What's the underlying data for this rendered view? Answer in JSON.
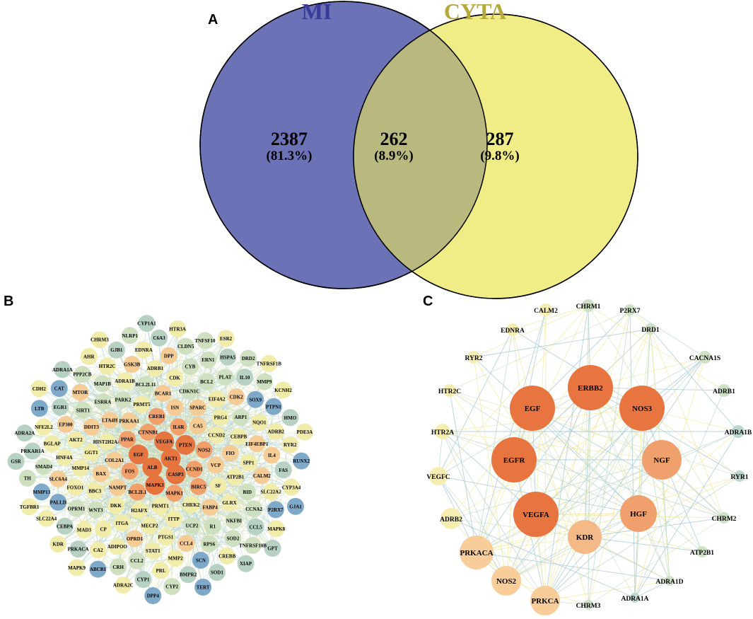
{
  "panel_a": {
    "letter": "A",
    "venn": {
      "left_set": "MI",
      "right_set": "CYTA",
      "left_color": "#6b72b6",
      "right_color": "#f0ec86",
      "overlap_color": "#b9b87e",
      "left_title_color": "#3a3a9a",
      "right_title_color": "#b5a83c",
      "left_only": {
        "count": "2387",
        "percent": "(81.3%)"
      },
      "intersection": {
        "count": "262",
        "percent": "(8.9%)"
      },
      "right_only": {
        "count": "287",
        "percent": "(9.8%)"
      }
    }
  },
  "panel_b": {
    "letter": "B",
    "colors": {
      "blue": "#7fa9c9",
      "teal": "#b7d1c3",
      "green": "#cfe0c0",
      "yellow": "#f2ecaa",
      "lightorange": "#f6cc96",
      "orange": "#f1a06c",
      "red": "#e6743f"
    },
    "nodes": [
      "BIRC5",
      "COL2A1",
      "CA5",
      "PRMT1",
      "PRKAA1",
      "VCP",
      "NAMPT",
      "ISN",
      "CHEK2",
      "HIST2H2AA",
      "CCND2",
      "H2AFX",
      "PRMT5",
      "SF",
      "BAX",
      "SPARC",
      "ITTP",
      "LTA4H",
      "FIO",
      "DKK",
      "BCAR1",
      "FABP4",
      "GGT1",
      "PRG4",
      "MECP2",
      "PARK2",
      "ATP2B1",
      "BBC3",
      "CDKN1C",
      "UCP2",
      "DDIT3",
      "CEBPB",
      "ITGA",
      "BCL2L11",
      "GLRX",
      "MMP14",
      "EIF4A2",
      "PTGS1",
      "ESRRA",
      "SPP1",
      "WNT3",
      "CDK",
      "R1",
      "AKT2",
      "ARP1",
      "OPRD1",
      "ADRA1B",
      "BID",
      "FOXO1",
      "BCL2",
      "CCL4",
      "SIRT1",
      "EIF4EBP1",
      "CP",
      "ADRB1",
      "NKFBI",
      "HNF4A",
      "CDK2",
      "STAT1",
      "MAP1B",
      "CALM2",
      "OPRM1",
      "CYB",
      "RPS6",
      "EP300",
      "NQO1",
      "ADIPOO",
      "GSK3B",
      "CCNA2",
      "SLC6A4",
      "PLAT",
      "MMP2",
      "MTOR",
      "IL4",
      "CTNNB1",
      "NOS2",
      "MAD3",
      "DPP",
      "SOD2",
      "BGLAP",
      "SOX9",
      "CCL2",
      "ALB",
      "FOS",
      "HTR2C",
      "SLC22A2",
      "PALLD",
      "ERN1",
      "MAPK3",
      "CCND1",
      "PTEN",
      "CREB1",
      "SCN",
      "EGR1",
      "ADRB2",
      "CA2",
      "EDNRA",
      "CCL5",
      "SMAD4",
      "BCL2L1",
      "AKT1",
      "VEGFA",
      "IL10",
      "PRL",
      "PPP2CB",
      "FAS",
      "CEBPA",
      "CASP3",
      "PPAR",
      "EGF",
      "CLDN5",
      "CREBB",
      "NFE2L2",
      "PTPN1",
      "CRH",
      "GJB1",
      "P2RX7",
      "MMP13",
      "HSPA5",
      "BMPR2",
      "CAT",
      "RYR2",
      "PRKACA",
      "C6A3",
      "TNFRSF10B",
      "PRKAR1A",
      "MMP9",
      "MAPK1",
      "CYP1",
      "AHR",
      "CYP3A4",
      "SLC22A4",
      "TNFSF10",
      "SOD1",
      "LTB",
      "HMO",
      "ABCB1",
      "NLRP1",
      "MAPK8",
      "TH",
      "DRD2",
      "CYP2",
      "ADRA1A",
      "RUNX2",
      "KDR",
      "HTR3A",
      "IL6R",
      "XIAP",
      "ADRA2A",
      "KCNH2",
      "ADRA2C",
      "CHRM3",
      "GJA1",
      "TGFBR1",
      "ESR2",
      "TERT",
      "CDH2",
      "PDE3A",
      "MAPK9",
      "CYP1A1",
      "GPT",
      "GSR",
      "TNFRSF1B",
      "DPP4"
    ]
  },
  "panel_c": {
    "letter": "C",
    "colors": {
      "r1": "#e8743f",
      "r2": "#f0a06c",
      "r3": "#f5b887",
      "r4": "#f8cd9a",
      "yellow": "#f6eeb0",
      "green": "#cfe1c4",
      "greenblue": "#bcd7cf"
    },
    "nodes": [
      "ERBB2",
      "EGF",
      "NOS3",
      "EGFR",
      "NGF",
      "VEGFA",
      "HGF",
      "KDR",
      "PRKACA",
      "NOS2",
      "PRKCA",
      "CHRM1",
      "CALM2",
      "P2RX7",
      "DRD1",
      "EDNRA",
      "CACNA1S",
      "RYR2",
      "HTR2C",
      "ADRB1",
      "HTR2A",
      "ADRA1B",
      "VEGFC",
      "RYR1",
      "ADRB2",
      "CHRM2",
      "ATP2B1",
      "ADRA1D",
      "ADRA1A",
      "CHRM3"
    ]
  }
}
